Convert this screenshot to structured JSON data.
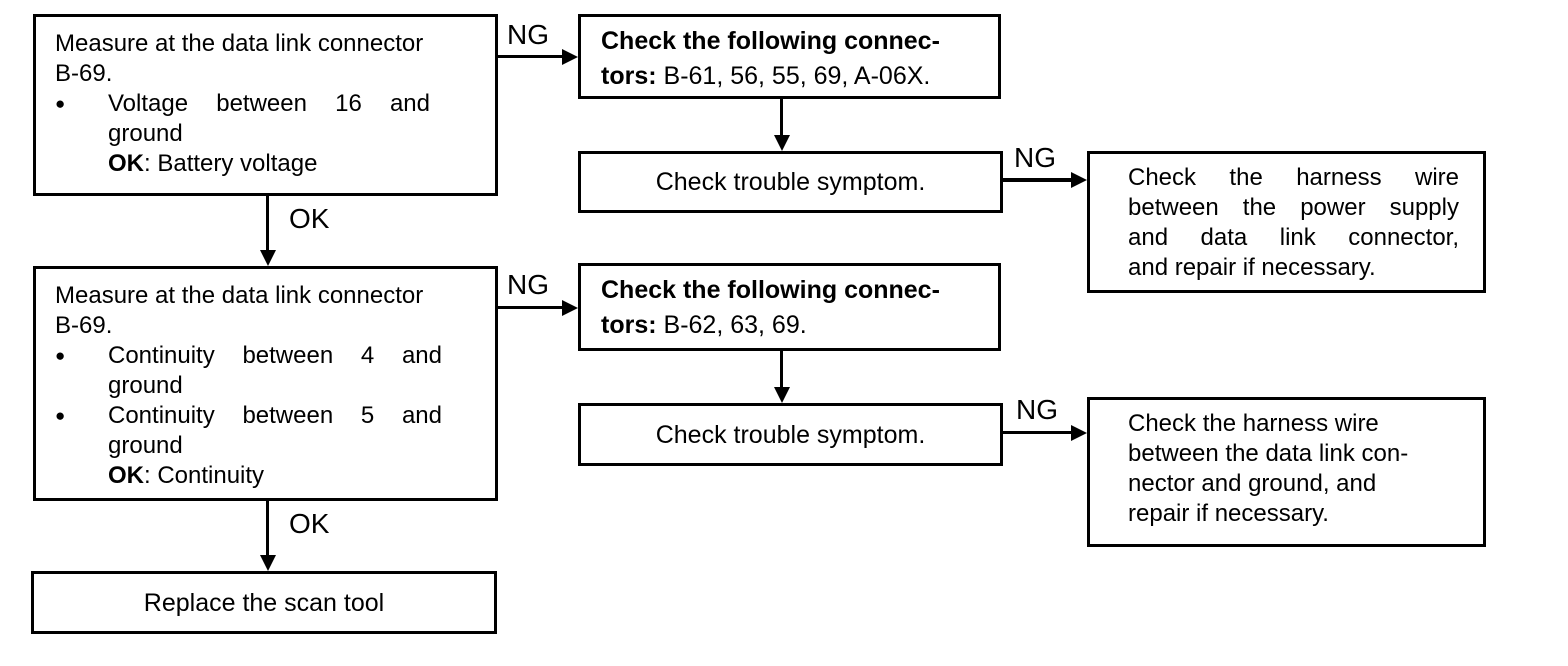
{
  "colors": {
    "ink": "#000000",
    "background": "#ffffff"
  },
  "bullet_glyph": "●",
  "edge_labels": {
    "ng": "NG",
    "ok": "OK"
  },
  "nodes": {
    "measure_voltage": {
      "line1": "Measure at the data link connector",
      "line2": "B-69.",
      "bullet1_line1": "Voltage between 16 and",
      "bullet1_line2": "ground",
      "ok_key": "OK",
      "ok_value": ": Battery voltage"
    },
    "connectors1": {
      "bold_line1": "Check the following connec-",
      "bold_line2": "tors:",
      "list": "B-61, 56, 55, 69, A-06X."
    },
    "symptom1": {
      "text": "Check trouble symptom."
    },
    "harness_power": {
      "line1": "Check the harness wire",
      "line2": "between the power supply",
      "line3": "and data link connector,",
      "line4": "and repair if necessary."
    },
    "measure_continuity": {
      "line1": "Measure at the data link connector",
      "line2": "B-69.",
      "bullet1_line1": "Continuity between 4 and",
      "bullet1_line2": "ground",
      "bullet2_line1": "Continuity between 5 and",
      "bullet2_line2": "ground",
      "ok_key": "OK",
      "ok_value": ": Continuity"
    },
    "connectors2": {
      "bold_line1": "Check the following connec-",
      "bold_line2": "tors:",
      "list": "B-62, 63, 69."
    },
    "symptom2": {
      "text": "Check trouble symptom."
    },
    "harness_ground": {
      "line1": "Check the harness wire",
      "line2": "between the data link con-",
      "line3": "nector and ground, and",
      "line4": "repair if necessary."
    },
    "replace": {
      "text": "Replace the scan tool"
    }
  }
}
